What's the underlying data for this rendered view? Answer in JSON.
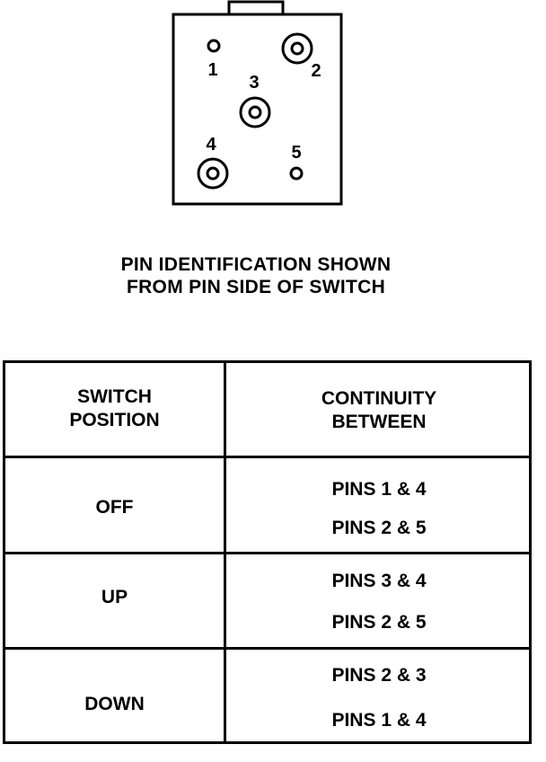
{
  "pins": [
    {
      "label": "1",
      "type": "small"
    },
    {
      "label": "2",
      "type": "large"
    },
    {
      "label": "3",
      "type": "large"
    },
    {
      "label": "4",
      "type": "large"
    },
    {
      "label": "5",
      "type": "small"
    }
  ],
  "caption": {
    "line1": "PIN IDENTIFICATION SHOWN",
    "line2": "FROM PIN SIDE OF SWITCH"
  },
  "table": {
    "header": {
      "position_line1": "SWITCH",
      "position_line2": "POSITION",
      "continuity_line1": "CONTINUITY",
      "continuity_line2": "BETWEEN"
    },
    "rows": [
      {
        "position": "OFF",
        "pins": [
          "PINS 1 & 4",
          "PINS 2 & 5"
        ]
      },
      {
        "position": "UP",
        "pins": [
          "PINS 3 & 4",
          "PINS 2 & 5"
        ]
      },
      {
        "position": "DOWN",
        "pins": [
          "PINS 2 & 3",
          "PINS 1 & 4"
        ]
      }
    ]
  }
}
